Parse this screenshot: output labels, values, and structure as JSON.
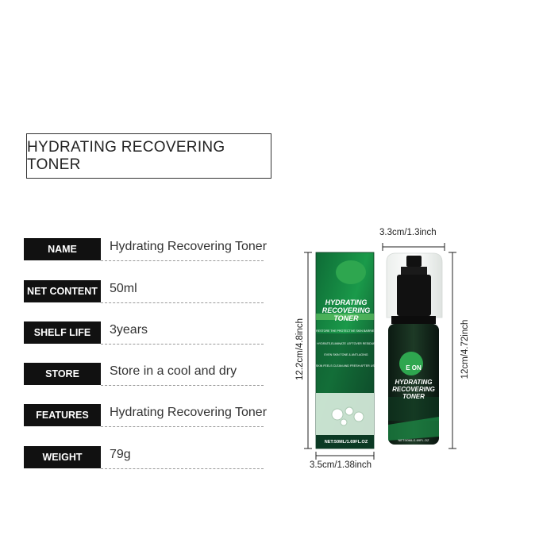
{
  "title": "HYDRATING RECOVERING TONER",
  "specs": [
    {
      "label": "NAME",
      "value": "Hydrating Recovering Toner"
    },
    {
      "label": "NET CONTENT",
      "value": "50ml"
    },
    {
      "label": "SHELF LIFE",
      "value": "3years"
    },
    {
      "label": "STORE",
      "value": "Store in a cool and dry"
    },
    {
      "label": "FEATURES",
      "value": "Hydrating Recovering Toner"
    },
    {
      "label": "WEIGHT",
      "value": "79g"
    }
  ],
  "dimensions": {
    "bottle_width": "3.3cm/1.3inch",
    "bottle_height": "12cm/4.72inch",
    "box_height": "12.2cm/4.8inch",
    "box_width": "3.5cm/1.38inch"
  },
  "box_print": {
    "title_line1": "HYDRATING",
    "title_line2": "RECOVERING",
    "title_line3": "TONER",
    "tagline": "RESTORE THE PROTECTIVE SKIN BARRIER",
    "claim1": "HYDRATE,ELIMINATE LEFTOVER RESIDUE",
    "claim2": "EVEN SKIN TONE & ANTI-AGING",
    "claim3": "SKIN FEELS CLEAN AND FRESH AFTER USE",
    "net": "NET:50ML/1.69FL.OZ"
  },
  "bottle_print": {
    "brand_partial": "E        ON",
    "title_line1": "HYDRATING",
    "title_line2": "RECOVERING",
    "title_line3": "TONER",
    "net": "NET:50ML/1.69FL.OZ"
  },
  "colors": {
    "label_bg": "#111111",
    "box_green": "#1a9a4a",
    "dark_green": "#0b3a24",
    "blob_green": "#2ea64f"
  }
}
